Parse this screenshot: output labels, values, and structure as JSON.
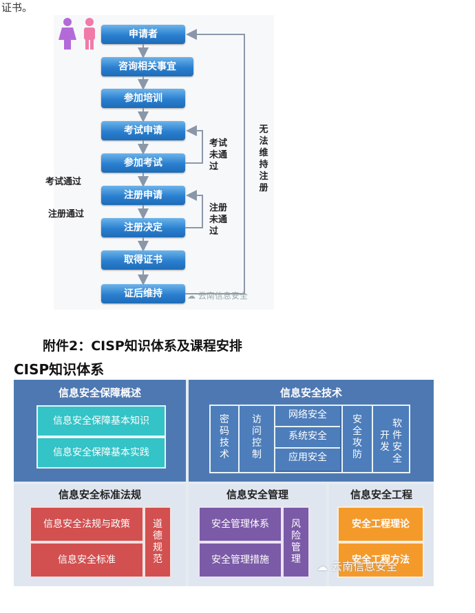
{
  "intro": "证书。",
  "flow": {
    "steps": [
      "申请者",
      "咨询相关事宜",
      "参加培训",
      "考试申请",
      "参加考试",
      "注册申请",
      "注册决定",
      "取得证书",
      "证后维持"
    ],
    "left_labels": [
      "考试通过",
      "注册通过"
    ],
    "exam_fail": [
      "考试",
      "未通",
      "过"
    ],
    "reg_fail": [
      "注册",
      "未通",
      "过"
    ],
    "maintain_fail": [
      "无",
      "法",
      "维",
      "持",
      "注",
      "册"
    ],
    "watermark": "云南信息安全",
    "person_colors": [
      "#b36ad8",
      "#f07aa8"
    ]
  },
  "headings": {
    "sub": "附件2：CISP知识体系及课程安排",
    "main": "CISP知识体系"
  },
  "ks": {
    "overview_title": "信息安全保障概述",
    "overview_items": [
      "信息安全保障基本知识",
      "信息安全保障基本实践"
    ],
    "tech_title": "信息安全技术",
    "tech_crypto": [
      "密",
      "码",
      "技",
      "术"
    ],
    "tech_access": [
      "访",
      "问",
      "控",
      "制"
    ],
    "tech_mid": [
      "网络安全",
      "系统安全",
      "应用安全"
    ],
    "tech_attack": [
      "安",
      "全",
      "攻",
      "防"
    ],
    "tech_soft": [
      "软",
      "件",
      "安",
      "全"
    ],
    "tech_soft2": [
      "开",
      "发"
    ],
    "law_title": "信息安全标准法规",
    "law_items": [
      "信息安全法规与政策",
      "信息安全标准"
    ],
    "law_ethic": [
      "道",
      "德",
      "规",
      "范"
    ],
    "mgmt_title": "信息安全管理",
    "mgmt_items": [
      "安全管理体系",
      "安全管理措施"
    ],
    "mgmt_risk": [
      "风",
      "险",
      "管",
      "理"
    ],
    "eng_title": "信息安全工程",
    "eng_items": [
      "安全工程理论",
      "安全工程方法"
    ],
    "watermark": "云南信息安全",
    "colors": {
      "blue": "#4e78b2",
      "teal": "#34c3c6",
      "red": "#d25050",
      "purple": "#7b5aa7",
      "orange": "#f49a2a"
    }
  }
}
